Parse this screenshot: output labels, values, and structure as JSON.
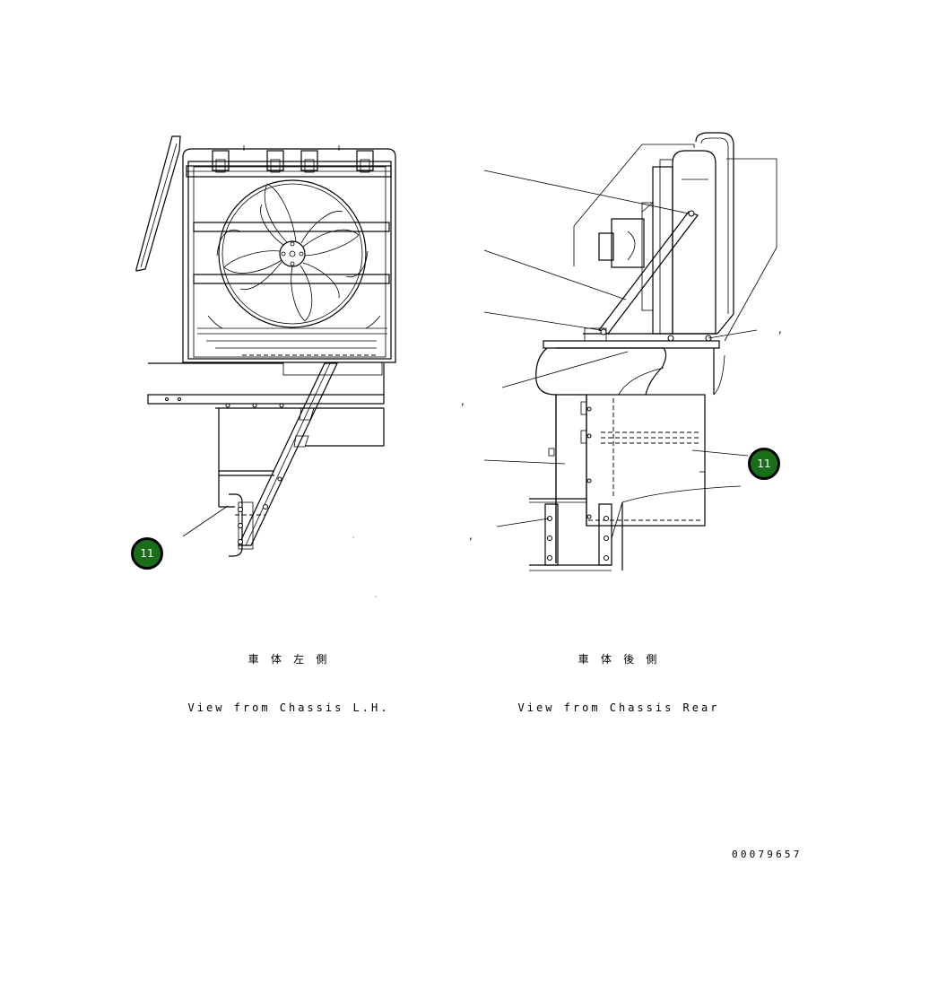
{
  "colors": {
    "callout_fill": "#1a6e1a",
    "callout_border": "#000000",
    "callout_text": "#ffffff",
    "line": "#000000",
    "background": "#ffffff"
  },
  "views": {
    "left": {
      "caption_jp": "車 体 左 側",
      "caption_en": "View from Chassis L.H."
    },
    "right": {
      "caption_jp": "車 体 後 側",
      "caption_en": "View from Chassis Rear"
    }
  },
  "callouts": [
    {
      "label": "11"
    },
    {
      "label": "11"
    }
  ],
  "commas": [
    ",",
    ",",
    ","
  ],
  "drawing_number": "00079657"
}
